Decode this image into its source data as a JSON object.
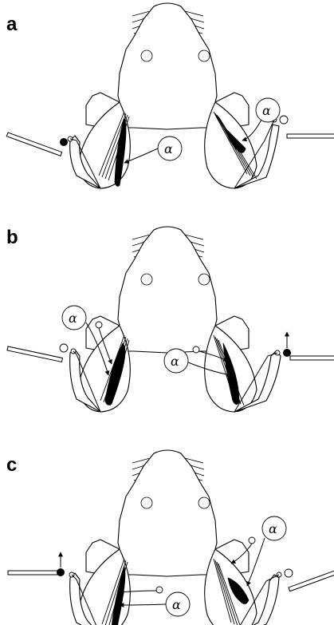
{
  "panels": [
    {
      "letter": "a",
      "alpha": "α"
    },
    {
      "letter": "b",
      "alpha": "α"
    },
    {
      "letter": "c",
      "alpha": "α"
    }
  ]
}
